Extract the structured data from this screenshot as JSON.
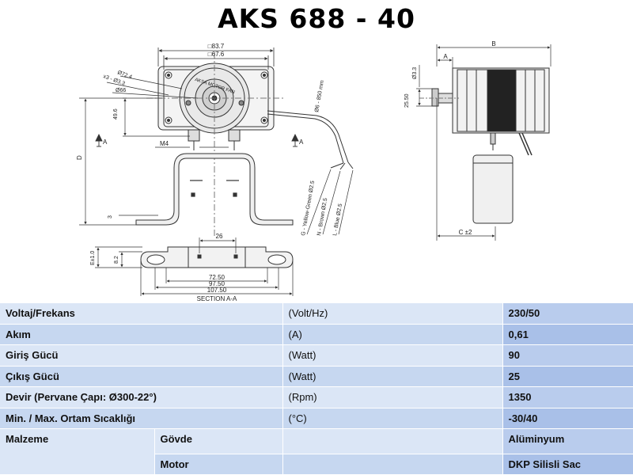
{
  "title": "AKS 688 - 40",
  "drawing": {
    "dims_top": [
      "□83.7",
      "□67.6"
    ],
    "dims_left": [
      "Ø72.4",
      "x3 - Ø3.3",
      "Ø66"
    ],
    "dim_49_6": "49.6",
    "dim_d": "D",
    "dim_3": "3",
    "m4": "M4",
    "section_marker": "A",
    "brand": "AKSA MOTOR FAN",
    "cable": "Ø6 - 850 mm",
    "wires": [
      "G - Yellow-Green Ø2.5",
      "N - Brown Ø2.5",
      "L - Blue Ø2.5"
    ],
    "dim_26": "26",
    "dim_e": "E±1.0",
    "dim_8_2": "8.2",
    "dims_bottom": [
      "72.50",
      "97.50",
      "107.50"
    ],
    "section_label": "SECTION A-A",
    "side_b": "B",
    "side_a": "A",
    "side_3_3": "Ø3.3",
    "side_25_50": "25.50",
    "side_c": "C ±2"
  },
  "specs": [
    {
      "param": "Voltaj/Frekans",
      "unit": "(Volt/Hz)",
      "value": "230/50"
    },
    {
      "param": "Akım",
      "unit": "(A)",
      "value": "0,61"
    },
    {
      "param": "Giriş Gücü",
      "unit": "(Watt)",
      "value": "90"
    },
    {
      "param": "Çıkış Gücü",
      "unit": "(Watt)",
      "value": "25"
    },
    {
      "param": "Devir (Pervane Çapı: Ø300-22°)",
      "unit": "(Rpm)",
      "value": "1350"
    },
    {
      "param": "Min. / Max. Ortam Sıcaklığı",
      "unit": "(°C)",
      "value": "-30/40"
    }
  ],
  "material": {
    "label": "Malzeme",
    "rows": [
      {
        "part": "Gövde",
        "value": "Alüminyum"
      },
      {
        "part": "Motor",
        "value": "DKP Silisli Sac"
      }
    ]
  }
}
